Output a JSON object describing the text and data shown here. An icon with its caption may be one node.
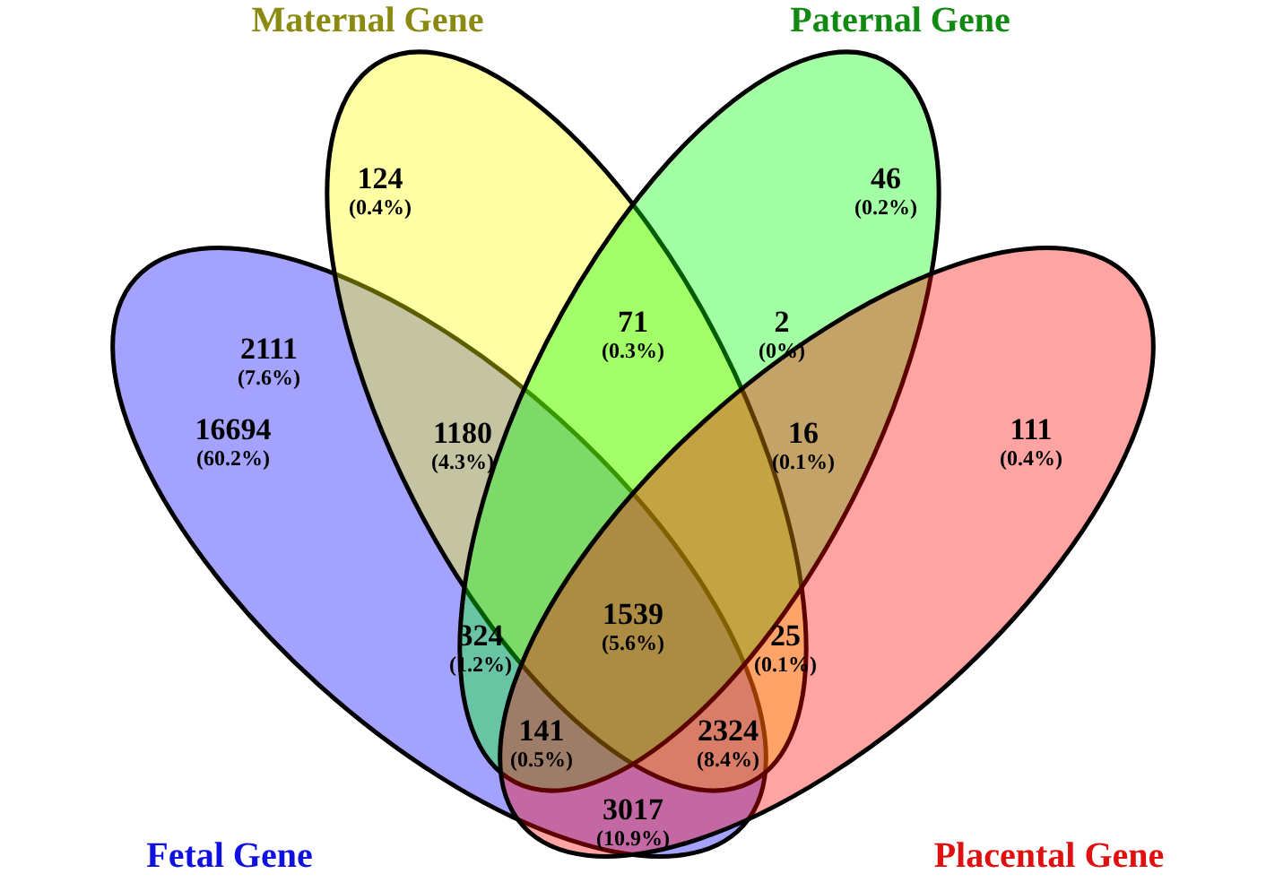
{
  "diagram": {
    "nodes": [
      {
        "text": [
          "Fetal Gene"
        ]
      },
      {
        "text": [
          "Maternal Gene"
        ]
      },
      {
        "text": [
          "Paternal Gene"
        ]
      },
      {
        "text": [
          "Placental Gene"
        ]
      }
    ],
    "edges": [],
    "labels": [
      "124",
      "(0.4%)",
      "46",
      "(0.2%)",
      "2111",
      "(7.6%)",
      "71",
      "(0.3%)",
      "2",
      "(0%)",
      "16694",
      "(60.2%)",
      "1180",
      "(4.3%)",
      "16",
      "(0.1%)",
      "111",
      "(0.4%)",
      "324",
      "(1.2%)",
      "1539",
      "(5.6%)",
      "25",
      "(0.1%)",
      "141",
      "(0.5%)",
      "2324",
      "(8.4%)",
      "3017",
      "(10.9%)"
    ]
  }
}
